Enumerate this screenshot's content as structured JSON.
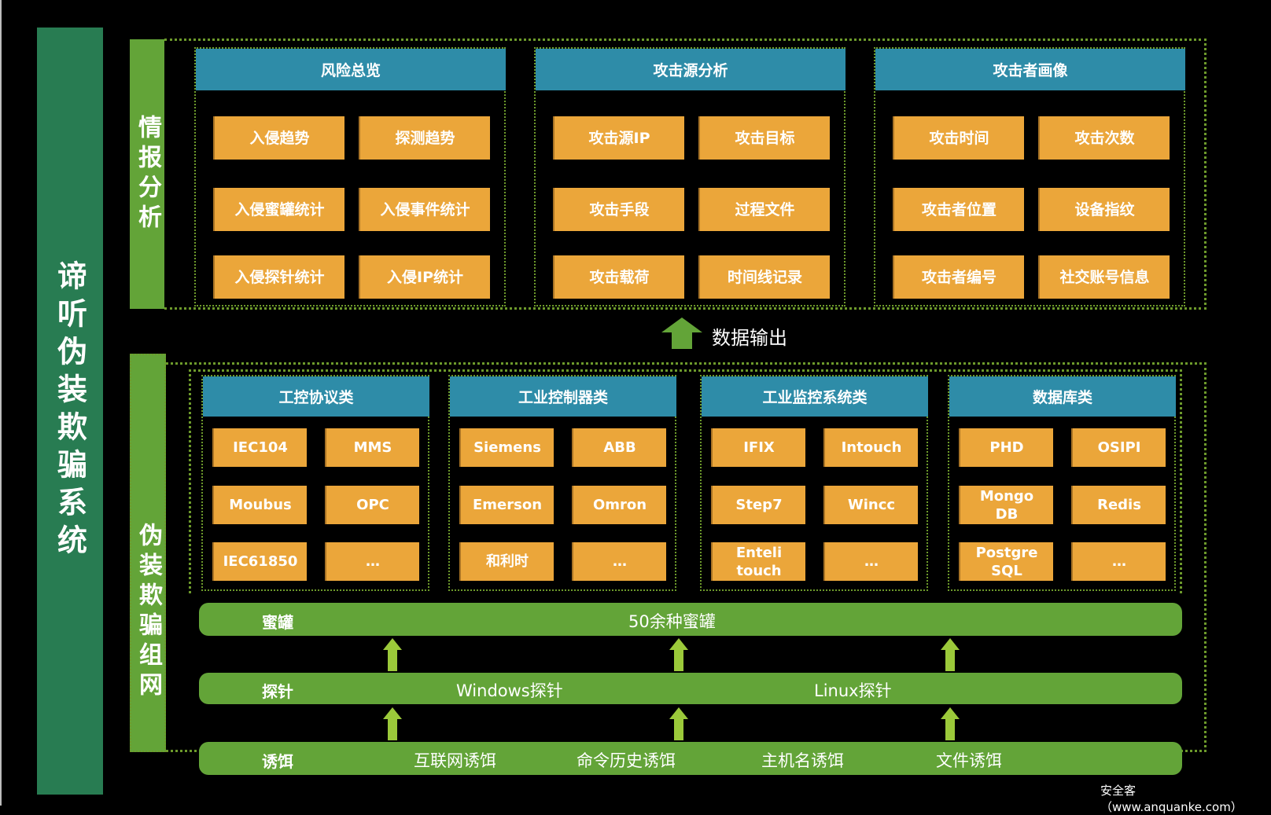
{
  "system_title": "谛听伪装欺骗系统",
  "intel": {
    "side_label": "情报分析",
    "groups": [
      {
        "title": "风险总览",
        "items": [
          "入侵趋势",
          "探测趋势",
          "入侵蜜罐统计",
          "入侵事件统计",
          "入侵探针统计",
          "入侵IP统计"
        ]
      },
      {
        "title": "攻击源分析",
        "items": [
          "攻击源IP",
          "攻击目标",
          "攻击手段",
          "过程文件",
          "攻击载荷",
          "时间线记录"
        ]
      },
      {
        "title": "攻击者画像",
        "items": [
          "攻击时间",
          "攻击次数",
          "攻击者位置",
          "设备指纹",
          "攻击者编号",
          "社交账号信息"
        ]
      }
    ]
  },
  "data_output_label": "数据输出",
  "deception": {
    "side_label": "伪装欺骗组网",
    "groups": [
      {
        "title": "工控协议类",
        "items": [
          "IEC104",
          "MMS",
          "Moubus",
          "OPC",
          "IEC61850",
          "…"
        ]
      },
      {
        "title": "工业控制器类",
        "items": [
          "Siemens",
          "ABB",
          "Emerson",
          "Omron",
          "和利时",
          "…"
        ]
      },
      {
        "title": "工业监控系统类",
        "items": [
          "IFIX",
          "Intouch",
          "Step7",
          "Wincc",
          "Enteli touch",
          "…"
        ]
      },
      {
        "title": "数据库类",
        "items": [
          "PHD",
          "OSIPI",
          "Mongo DB",
          "Redis",
          "Postgre SQL",
          "…"
        ]
      }
    ],
    "honeypot": {
      "label": "蜜罐",
      "text": "50余种蜜罐"
    },
    "probe": {
      "label": "探针",
      "items": [
        "Windows探针",
        "Linux探针"
      ]
    },
    "bait": {
      "label": "诱饵",
      "items": [
        "互联网诱饵",
        "命令历史诱饵",
        "主机名诱饵",
        "文件诱饵"
      ]
    }
  },
  "colors": {
    "system_bar": "#287c52",
    "side_bar": "#63a438",
    "header": "#2e8ca8",
    "tile": "#eba63a",
    "arrow": "#9bc93a",
    "dotted_border": "#6d9a2b"
  },
  "watermark": "安全客（www.anquanke.com）"
}
